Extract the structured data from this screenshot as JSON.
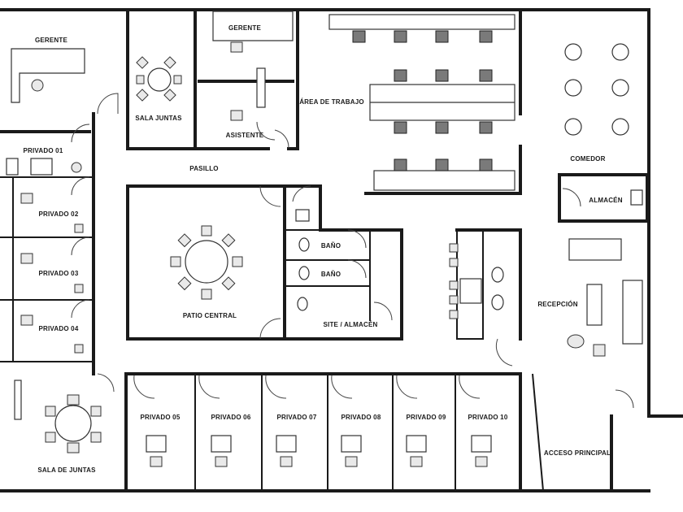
{
  "rooms": {
    "gerente_1": "GERENTE",
    "sala_juntas_top": "SALA JUNTAS",
    "gerente_2": "GERENTE",
    "asistente": "ASISTENTE",
    "area_trabajo": "ÁREA DE TRABAJO",
    "comedor": "COMEDOR",
    "privado_01": "PRIVADO 01",
    "pasillo": "PASILLO",
    "privado_02": "PRIVADO 02",
    "almacen": "ALMACÉN",
    "bano_1": "BAÑO",
    "bano_2": "BAÑO",
    "privado_03": "PRIVADO 03",
    "patio_central": "PATIO CENTRAL",
    "recepcion": "RECEPCIÓN",
    "site_almacen": "SITE / ALMACÉN",
    "privado_04": "PRIVADO 04",
    "privado_05": "PRIVADO 05",
    "privado_06": "PRIVADO 06",
    "privado_07": "PRIVADO 07",
    "privado_08": "PRIVADO 08",
    "privado_09": "PRIVADO 09",
    "privado_10": "PRIVADO 10",
    "sala_de_juntas": "SALA DE JUNTAS",
    "acceso_principal": "ACCESO PRINCIPAL"
  }
}
